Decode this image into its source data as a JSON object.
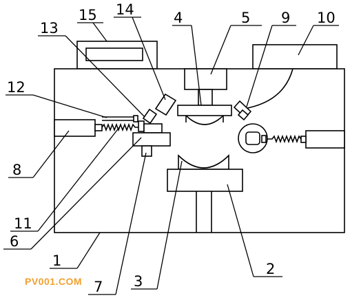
{
  "labels": {
    "n1": "1",
    "n2": "2",
    "n3": "3",
    "n4": "4",
    "n5": "5",
    "n6": "6",
    "n7": "7",
    "n8": "8",
    "n9": "9",
    "n10": "10",
    "n11": "11",
    "n12": "12",
    "n13": "13",
    "n14": "14",
    "n15": "15"
  },
  "watermark": "PV001.COM"
}
